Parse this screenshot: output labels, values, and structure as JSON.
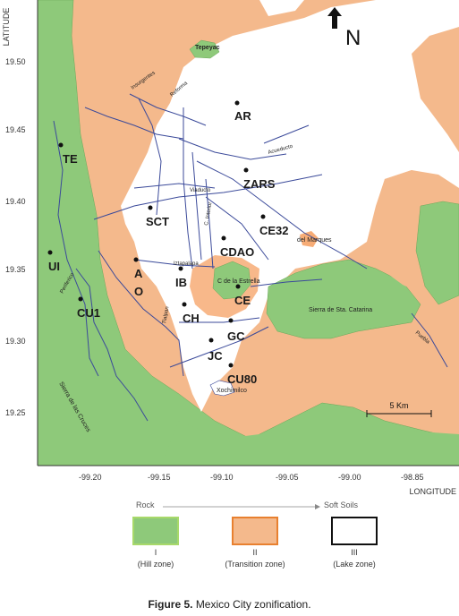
{
  "map": {
    "north_label": "N",
    "axis": {
      "ylabel": "LATITUDE",
      "xlabel": "LONGITUDE",
      "y_ticks": [
        "19.50",
        "19.45",
        "19.40",
        "19.35",
        "19.30",
        "19.25"
      ],
      "x_ticks": [
        "-99.20",
        "-99.15",
        "-99.10",
        "-99.05",
        "-99.00",
        "-98.85"
      ]
    },
    "scale_label": "5 Km",
    "stations": [
      "AR",
      "TE",
      "ZARS",
      "SCT",
      "CE32",
      "CDAO",
      "UI",
      "A",
      "O",
      "IB",
      "CE",
      "CU1",
      "CH",
      "GC",
      "JC",
      "CU80"
    ],
    "places": {
      "tepeyac": "Tepeyac",
      "del_marques": "del Marques",
      "estrella": "C de la Estrella",
      "sta_catarina": "Sierra de Sta. Catarina",
      "cruces": "Sierra de las Cruces",
      "xochimilco": "Xochimilco"
    },
    "roads": {
      "insurgentes": "Insurgentes",
      "reforma": "Reforma",
      "acueducto": "Acueducto",
      "viaducto": "Viaducto",
      "interior": "C. Interior",
      "iztapalapa": "Iztapalapa",
      "periferico": "Periferico",
      "tlalpan": "Tlalpan",
      "puebla": "Puebla"
    },
    "colors": {
      "hill": "#8ec97a",
      "transition": "#f4b98c",
      "lake": "#ffffff"
    }
  },
  "legend": {
    "left_label": "Rock",
    "right_label": "Soft Soils",
    "zones": [
      {
        "roman": "I",
        "name": "(Hill zone)"
      },
      {
        "roman": "II",
        "name": "(Transition zone)"
      },
      {
        "roman": "III",
        "name": "(Lake zone)"
      }
    ]
  },
  "caption": {
    "label": "Figure 5.",
    "text": "Mexico City zonification."
  }
}
